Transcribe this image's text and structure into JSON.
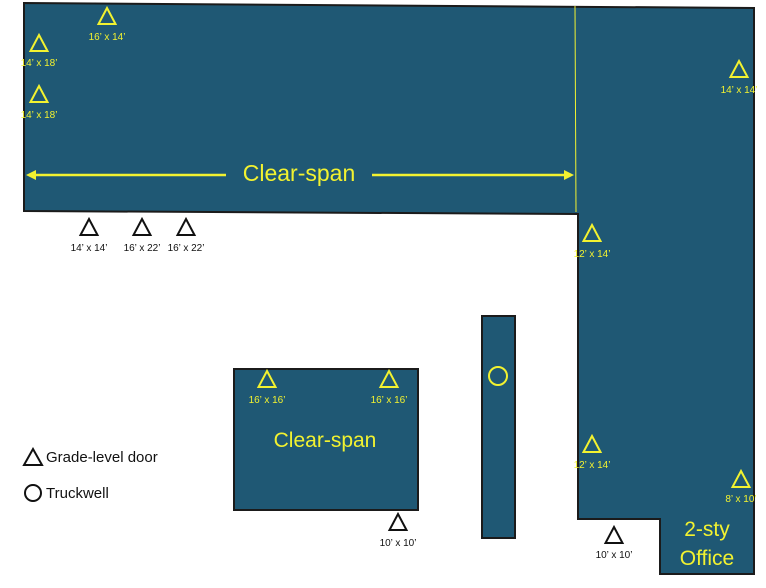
{
  "colors": {
    "building": "#1f5874",
    "outline": "#1b1b1b",
    "exterior_marker": "#111111",
    "interior_marker": "#f2f230",
    "interior_text": "#f2f230"
  },
  "labels": {
    "main_clear_span": "Clear-span",
    "small_clear_span": "Clear-span",
    "office_line1": "2-sty",
    "office_line2": "Office"
  },
  "doors": [
    {
      "id": "door-1",
      "label": "16’ x 14’"
    },
    {
      "id": "door-2",
      "label": "14’ x 18’"
    },
    {
      "id": "door-3",
      "label": "14’ x 18’"
    },
    {
      "id": "door-4",
      "label": "14’ x 14’"
    },
    {
      "id": "door-5",
      "label": "14’ x 14’"
    },
    {
      "id": "door-6",
      "label": "16’ x 22’"
    },
    {
      "id": "door-7",
      "label": "16’ x 22’"
    },
    {
      "id": "door-8",
      "label": "12’ x 14’"
    },
    {
      "id": "door-9",
      "label": "12’ x 14’"
    },
    {
      "id": "door-10",
      "label": "8’ x 10’"
    },
    {
      "id": "door-11",
      "label": "10’ x 10’"
    },
    {
      "id": "door-12",
      "label": "16’ x 16’"
    },
    {
      "id": "door-13",
      "label": "16’ x 16’"
    },
    {
      "id": "door-14",
      "label": "10’ x 10’"
    }
  ],
  "legend": {
    "door_label": "Grade-level door",
    "truckwell_label": "Truckwell",
    "door_icon": "triangle-outline",
    "truckwell_icon": "circle-outline"
  }
}
